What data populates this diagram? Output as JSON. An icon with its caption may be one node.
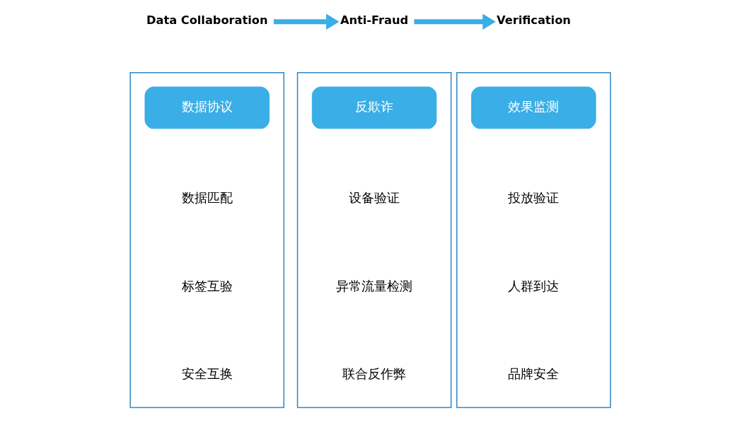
{
  "diagram": {
    "nodes": [
      {
        "text": [
          "Data Collaboration"
        ]
      },
      {
        "text": [
          "Anti-Fraud"
        ]
      },
      {
        "text": [
          "Verification"
        ]
      },
      {
        "text": [],
        "shape": "box"
      },
      {
        "text": [
          "数据协议"
        ],
        "in": 3
      },
      {
        "text": [
          "数据匹配"
        ],
        "in": 3
      },
      {
        "text": [
          "标签互验"
        ],
        "in": 3
      },
      {
        "text": [
          "安全互换"
        ],
        "in": 3
      },
      {
        "text": [],
        "shape": "box"
      },
      {
        "text": [
          "反欺诈"
        ],
        "in": 8
      },
      {
        "text": [
          "设备验证"
        ],
        "in": 8
      },
      {
        "text": [
          "异常流量检测"
        ],
        "in": 8
      },
      {
        "text": [
          "联合反作弊"
        ],
        "in": 8
      },
      {
        "text": [],
        "shape": "box"
      },
      {
        "text": [
          "效果监测"
        ],
        "in": 13
      },
      {
        "text": [
          "投放验证"
        ],
        "in": 13
      },
      {
        "text": [
          "人群到达"
        ],
        "in": 13
      },
      {
        "text": [
          "品牌安全"
        ],
        "in": 13
      }
    ],
    "edges": [
      {
        "from": 0,
        "to": 1,
        "arrow": "to"
      },
      {
        "from": 1,
        "to": 2,
        "arrow": "to"
      }
    ]
  }
}
